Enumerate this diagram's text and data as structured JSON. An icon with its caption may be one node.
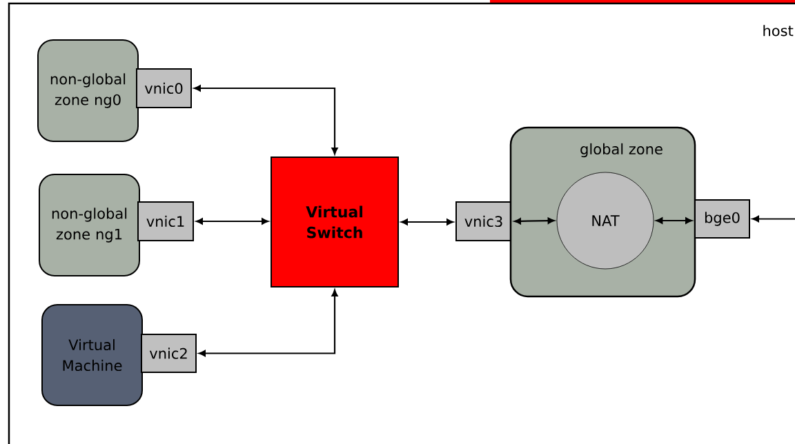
{
  "diagram": {
    "nodes": [
      {
        "text": [
          "host"
        ]
      },
      {
        "text": [
          "non-global zone ng0"
        ],
        "in": 0
      },
      {
        "text": [
          "vnic0"
        ],
        "in": 0
      },
      {
        "text": [
          "non-global zone ng1"
        ],
        "in": 0
      },
      {
        "text": [
          "vnic1"
        ],
        "in": 0
      },
      {
        "text": [
          "Virtual Machine"
        ],
        "in": 0
      },
      {
        "text": [
          "vnic2"
        ],
        "in": 0
      },
      {
        "text": [
          "Virtual Switch"
        ],
        "in": 0
      },
      {
        "text": [
          "vnic3"
        ],
        "in": 0
      },
      {
        "text": [
          "global zone"
        ],
        "in": 0
      },
      {
        "text": [
          "NAT"
        ],
        "in": 9
      },
      {
        "text": [
          "bge0"
        ],
        "in": 0
      }
    ],
    "edges": [
      {
        "from": 2,
        "to": 7,
        "arrow": "both"
      },
      {
        "from": 4,
        "to": 7,
        "arrow": "both"
      },
      {
        "from": 6,
        "to": 7,
        "arrow": "both"
      },
      {
        "from": 7,
        "to": 8,
        "arrow": "both"
      },
      {
        "from": 8,
        "to": 10,
        "arrow": "both"
      },
      {
        "from": 10,
        "to": 11,
        "arrow": "both"
      },
      {
        "from": null,
        "to": 11,
        "arrow": "to"
      }
    ]
  }
}
